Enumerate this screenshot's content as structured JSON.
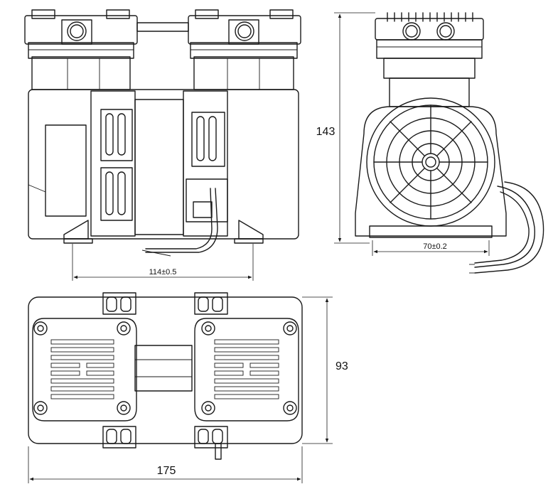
{
  "dimensions": {
    "height_side": "143",
    "mount_front": "114±0.5",
    "mount_side": "70±0.2",
    "width_top": "93",
    "length_top": "175"
  },
  "colors": {
    "line": "#1a1a1a",
    "background": "#ffffff"
  }
}
